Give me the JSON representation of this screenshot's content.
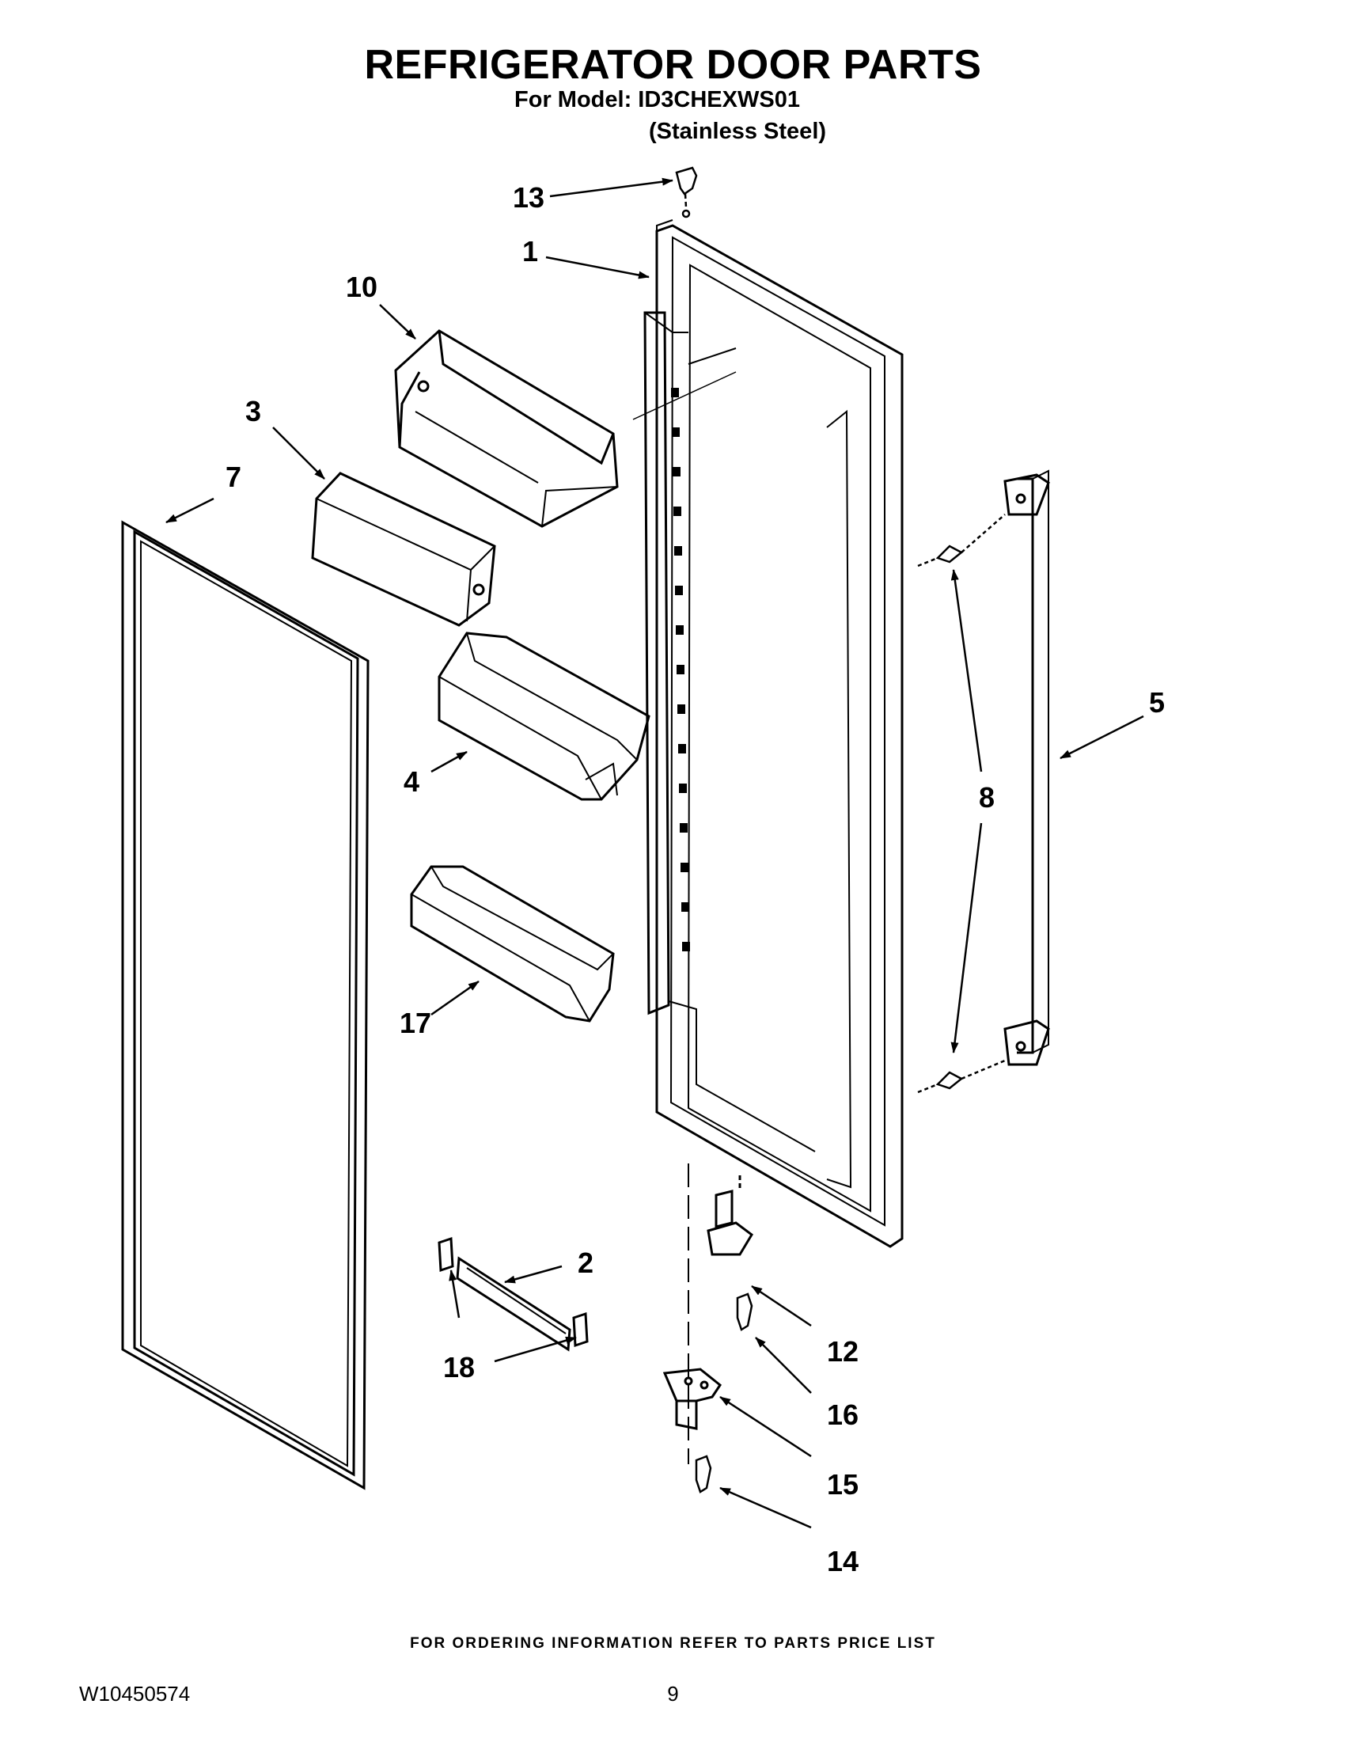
{
  "header": {
    "title": "REFRIGERATOR DOOR PARTS",
    "model_line": "For Model: ID3CHEXWS01",
    "finish": "(Stainless Steel)"
  },
  "callouts": {
    "c1": "1",
    "c2": "2",
    "c3": "3",
    "c4": "4",
    "c5": "5",
    "c7": "7",
    "c8": "8",
    "c10": "10",
    "c12": "12",
    "c13": "13",
    "c14": "14",
    "c15": "15",
    "c16": "16",
    "c17": "17",
    "c18": "18"
  },
  "footer": {
    "note": "FOR ORDERING INFORMATION REFER TO PARTS PRICE LIST",
    "doc_number": "W10450574",
    "page_number": "9"
  }
}
